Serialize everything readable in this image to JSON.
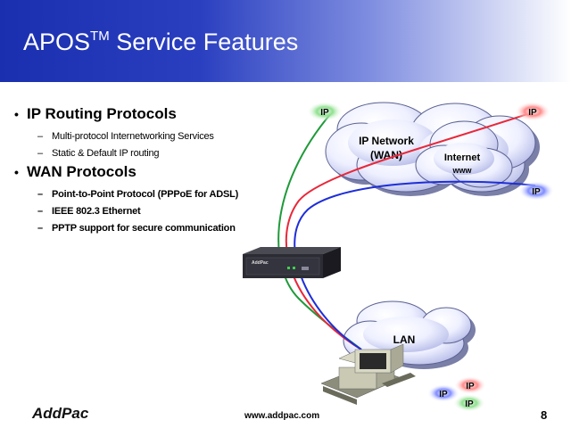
{
  "slide": {
    "title_main": "APOS",
    "title_sup": "TM",
    "title_rest": " Service Features"
  },
  "bullets": [
    {
      "heading": "IP Routing Protocols",
      "items": [
        "Multi-protocol Internetworking Services",
        "Static & Default  IP routing"
      ]
    },
    {
      "heading": "WAN Protocols",
      "items": [
        "Point-to-Point Protocol (PPPoE for ADSL)",
        "IEEE 802.3 Ethernet",
        "PPTP support for secure communication"
      ]
    }
  ],
  "diagram": {
    "wan_cloud_line1": "IP Network",
    "wan_cloud_line2": "(WAN)",
    "internet_line1": "Internet",
    "internet_line2": "www",
    "lan_label": "LAN",
    "device_brand": "AddPac",
    "ip_label": "IP",
    "colors": {
      "green": "#1f9a3a",
      "red": "#e8283a",
      "blue": "#1e2ed8"
    }
  },
  "footer": {
    "logo": "AddPac",
    "url": "www.addpac.com",
    "page": "8"
  }
}
